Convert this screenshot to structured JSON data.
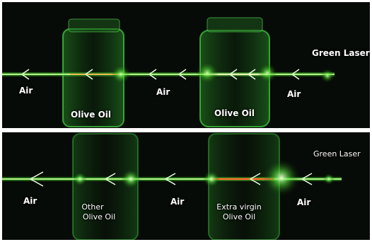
{
  "top_panel": {
    "labels": {
      "air_left": "Air",
      "olive_oil_left": "Olive Oil",
      "air_middle": "Air",
      "olive_oil_right": "Olive Oil",
      "air_right": "Air",
      "laser": "Green Laser"
    }
  },
  "bottom_panel": {
    "labels": {
      "air_left": "Air",
      "other_oil_line1": "Other",
      "other_oil_line2": "Olive Oil",
      "air_middle": "Air",
      "extra_virgin_line1": "Extra virgin",
      "extra_virgin_line2": "Olive Oil",
      "air_right": "Air",
      "laser": "Green Laser"
    }
  },
  "colors": {
    "background": "#070b07",
    "beam": "#7dff4a",
    "beam_core": "#e8ffd0",
    "fluorescence": "#ff8a3d",
    "glass": "#2f9e2f",
    "divider": "#ffffff"
  }
}
